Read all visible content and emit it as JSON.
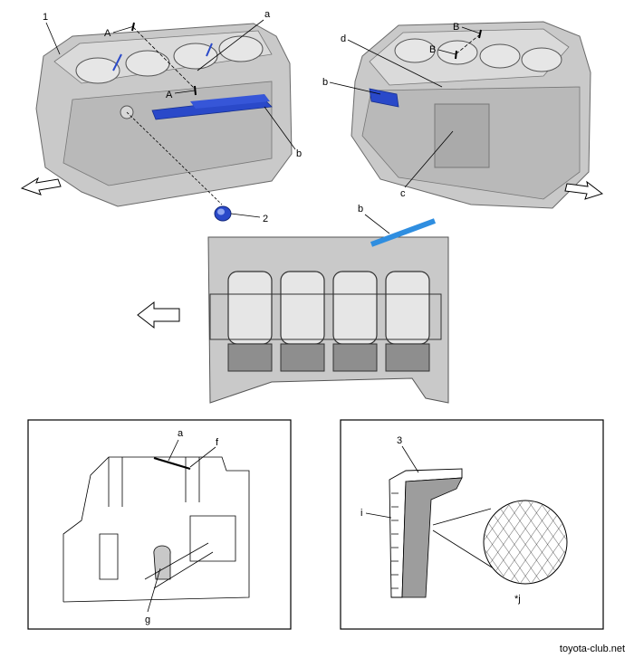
{
  "callouts": {
    "n1": "1",
    "n2": "2",
    "n3": "3",
    "a_top": "a",
    "a_box": "a",
    "A_upper": "A",
    "A_lower": "A",
    "B_upper": "B",
    "B_lower": "B",
    "b_left": "b",
    "b_right": "b",
    "b_middle": "b",
    "c": "c",
    "d": "d",
    "f": "f",
    "g": "g",
    "i": "i",
    "j": "*j"
  },
  "colors": {
    "highlight_blue": "#2a49c9",
    "highlight_light_blue": "#2f8ee0",
    "block_grey": "#c9c9c9",
    "bore_grey": "#e6e6e6",
    "shade_grey": "#8e8e8e"
  },
  "watermark": "toyota-club.net"
}
